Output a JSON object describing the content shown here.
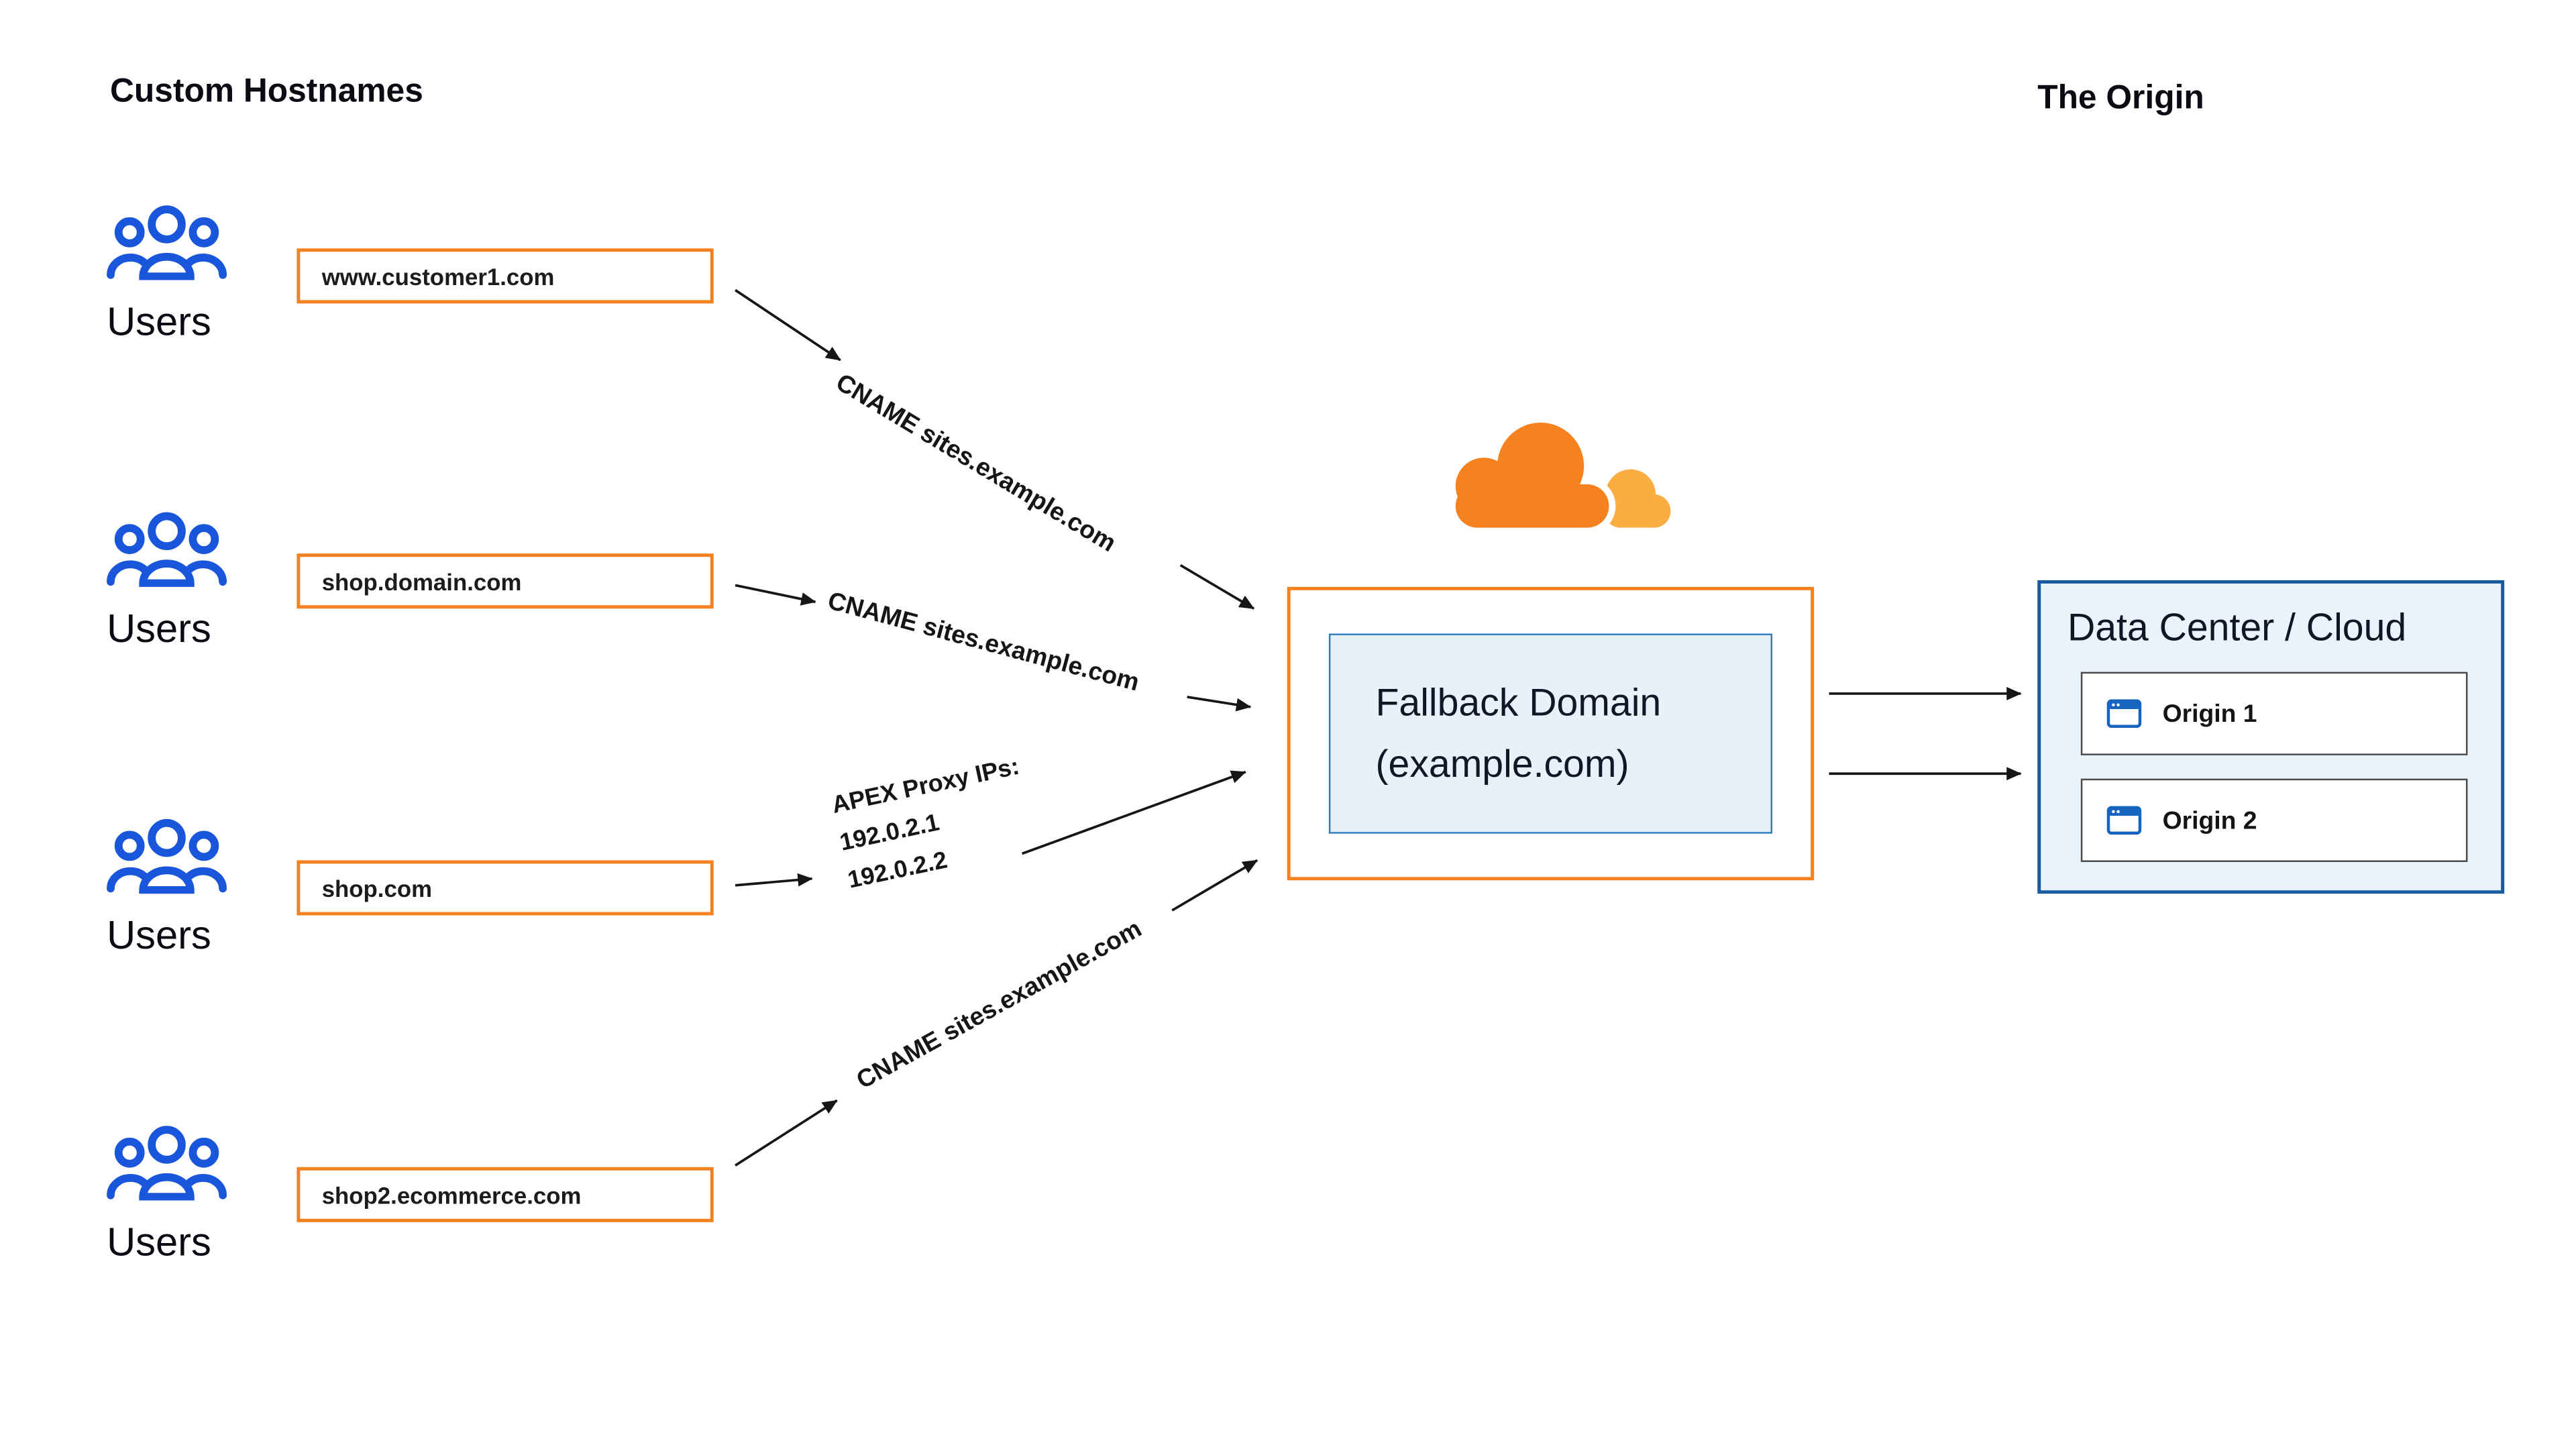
{
  "header": {
    "left_title": "Custom Hostnames",
    "right_title": "The Origin"
  },
  "groups": [
    {
      "users_label": "Users",
      "hostname": "www.customer1.com"
    },
    {
      "users_label": "Users",
      "hostname": "shop.domain.com"
    },
    {
      "users_label": "Users",
      "hostname": "shop.com"
    },
    {
      "users_label": "Users",
      "hostname": "shop2.ecommerce.com"
    }
  ],
  "connections": {
    "cname1": "CNAME sites.example.com",
    "cname2": "CNAME sites.example.com",
    "apex": {
      "line1": "APEX Proxy IPs:",
      "line2": "192.0.2.1",
      "line3": "192.0.2.2"
    },
    "cname3": "CNAME sites.example.com"
  },
  "fallback": {
    "line1": "Fallback Domain",
    "line2": "(example.com)"
  },
  "origin": {
    "title": "Data Center / Cloud",
    "items": [
      {
        "label": "Origin 1"
      },
      {
        "label": "Origin 2"
      }
    ]
  },
  "colors": {
    "brand_orange": "#F6821F",
    "brand_light_orange": "#FBAD41",
    "users_blue": "#1A56DB",
    "origin_border_blue": "#19599F",
    "light_blue_fill": "#E9F3FB",
    "arrow_black": "#161616"
  }
}
